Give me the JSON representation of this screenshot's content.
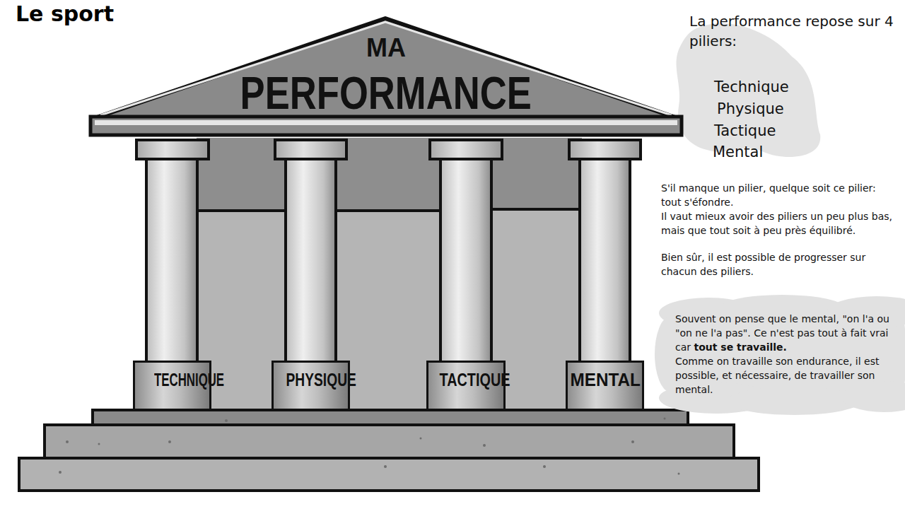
{
  "diagram": {
    "title": "Le sport",
    "nodes": [
      {
        "text": [
          "MA",
          "PERFORMANCE"
        ]
      },
      {
        "text": [
          "TECHNIQUE"
        ]
      },
      {
        "text": [
          "PHYSIQUE"
        ]
      },
      {
        "text": [
          "TACTIQUE"
        ]
      },
      {
        "text": [
          "MENTAL"
        ]
      },
      {
        "text": [
          "Souvent on pense que le mental, \"on l'a ou \"on ne l'a pas\". Ce n'est pas tout à fait vrai car",
          "tout se travaille.",
          "Comme on travaille son endurance, il est possible, et nécessaire, de travailler son mental."
        ]
      }
    ],
    "labels": [
      "La performance repose sur 4 piliers:",
      "Technique",
      "Physique",
      "Tactique",
      "Mental",
      "S'il manque un pilier, quelque soit ce pilier: tout s'éfondre.",
      "Il vaut mieux avoir des piliers un peu plus bas, mais que tout soit à peu près équilibré.",
      "Bien sûr, il est possible de progresser sur chacun des piliers."
    ]
  }
}
